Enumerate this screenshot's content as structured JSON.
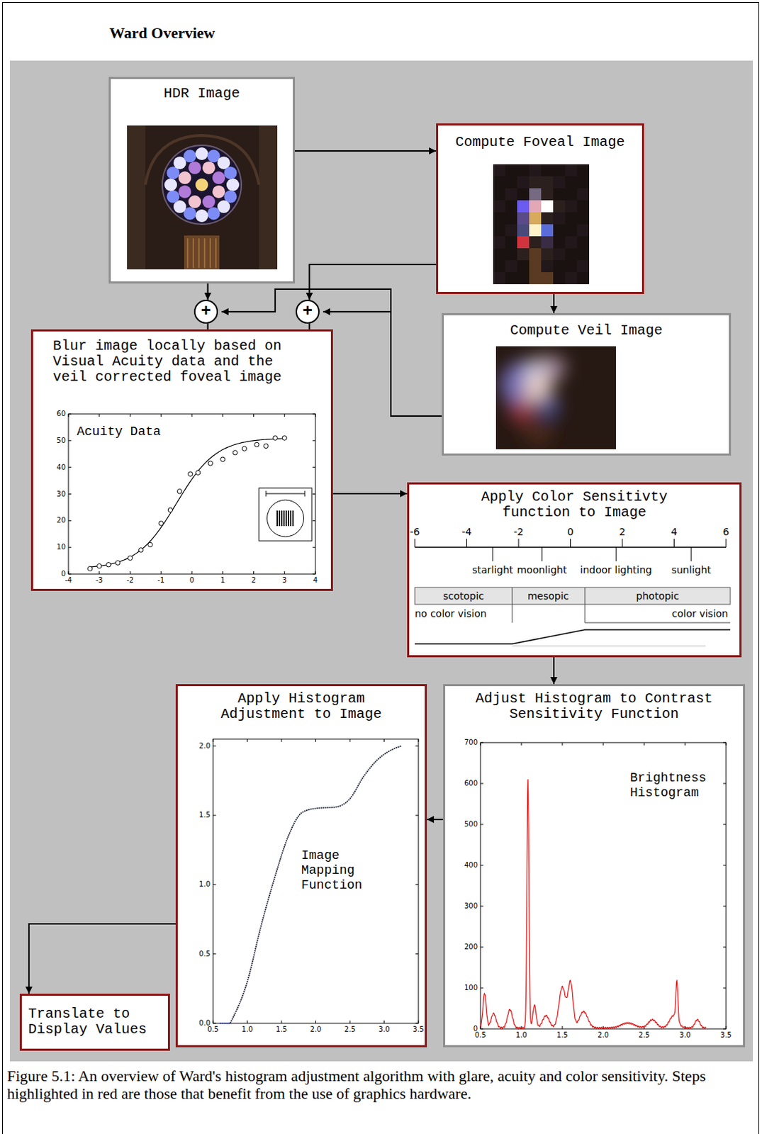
{
  "diagram": {
    "title": "Ward Overview",
    "caption": "Figure 5.1: An overview of Ward's histogram adjustment algorithm with glare, acuity and color sensitivity. Steps highlighted in red are those that benefit from the use of graphics hardware.",
    "nodes": [
      {
        "text": [
          "HDR Image"
        ]
      },
      {
        "text": [
          "Compute Foveal Image"
        ]
      },
      {
        "text": [
          "+"
        ]
      },
      {
        "text": [
          "+"
        ]
      },
      {
        "text": [
          "Compute Veil Image"
        ]
      },
      {
        "text": [
          "Blur image locally based on Visual Acuity data and the veil corrected foveal image"
        ]
      },
      {
        "text": [
          "Apply Color Sensitivty function to Image"
        ]
      },
      {
        "text": [
          "Adjust Histogram to Contrast Sensitivity Function"
        ]
      },
      {
        "text": [
          "Apply Histogram Adjustment to Image"
        ]
      },
      {
        "text": [
          "Translate to Display Values"
        ]
      }
    ],
    "edges": [
      {
        "from": 0,
        "to": 1,
        "arrow": "to"
      },
      {
        "from": 0,
        "to": 2,
        "arrow": "to"
      },
      {
        "from": 1,
        "to": 4,
        "arrow": "to"
      },
      {
        "from": 1,
        "to": 3,
        "arrow": "to"
      },
      {
        "from": 4,
        "to": 2,
        "arrow": "to"
      },
      {
        "from": 4,
        "to": 3,
        "arrow": "to"
      },
      {
        "from": 2,
        "to": 5,
        "arrow": "none"
      },
      {
        "from": 3,
        "to": 5,
        "arrow": "none"
      },
      {
        "from": 5,
        "to": 6,
        "arrow": "to"
      },
      {
        "from": 6,
        "to": 7,
        "arrow": "to"
      },
      {
        "from": 7,
        "to": 8,
        "arrow": "to"
      },
      {
        "from": 8,
        "to": 9,
        "arrow": "to"
      }
    ],
    "labels": [
      "0",
      "10",
      "20",
      "30",
      "40",
      "50",
      "60",
      "-4",
      "-3",
      "-2",
      "-1",
      "0",
      "1",
      "2",
      "3",
      "4",
      "Acuity Data",
      "-6",
      "-4",
      "-2",
      "0",
      "2",
      "4",
      "6",
      "starlight",
      "moonlight",
      "indoor lighting",
      "sunlight",
      "scotopic",
      "mesopic",
      "photopic",
      "no color vision",
      "color vision",
      "0",
      "100",
      "200",
      "300",
      "400",
      "500",
      "600",
      "700",
      "0.5",
      "1.0",
      "1.5",
      "2.0",
      "2.5",
      "3.0",
      "3.5",
      "Brightness Histogram",
      "0.0",
      "0.5",
      "1.0",
      "1.5",
      "2.0",
      "0.5",
      "1.0",
      "1.5",
      "2.0",
      "2.5",
      "3.0",
      "3.5",
      "Image Mapping Function"
    ]
  }
}
